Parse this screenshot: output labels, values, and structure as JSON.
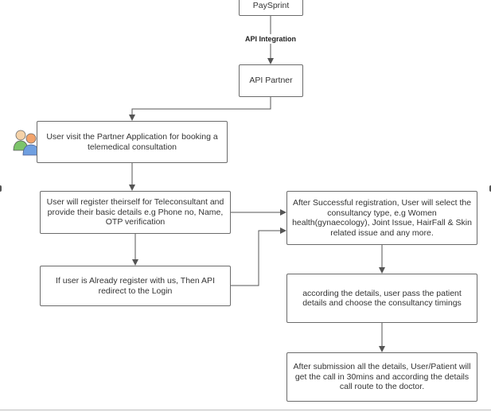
{
  "diagram": {
    "nodes": {
      "paysprint": "PaySprint",
      "api_partner": "API Partner",
      "user_visit": "User visit the Partner Application for booking a telemedical consultation",
      "register": "User will register theirself for Teleconsultant and provide their basic details e.g Phone no, Name, OTP verification",
      "already_registered": "If user is Already register with us, Then API redirect to the Login",
      "select_type": "After Successful registration, User will select the consultancy type, e.g Women health(gynaecology), Joint Issue, HairFall & Skin related issue and any more.",
      "patient_details": "according the details, user pass the patient details and choose the consultancy timings",
      "call": "After submission all the details, User/Patient will get the call in 30mins and according the details call route to the doctor."
    },
    "edge_labels": {
      "api_integration": "API Integration"
    },
    "icons": {
      "users": "users-icon"
    },
    "colors": {
      "border": "#6b6b6b",
      "connector": "#555555",
      "text": "#333333",
      "user_green": "#7cc46a",
      "user_orange": "#f2a36b",
      "user_blue": "#6f9fe0"
    }
  }
}
